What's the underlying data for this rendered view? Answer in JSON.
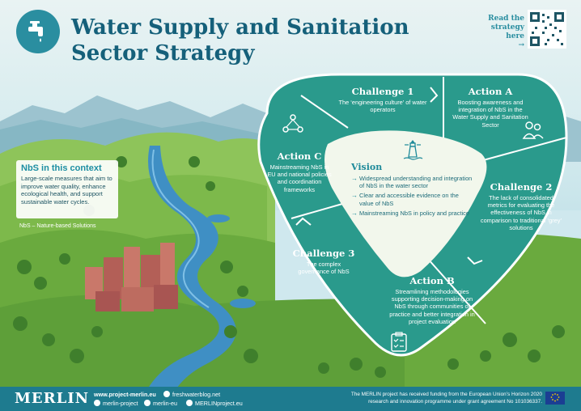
{
  "header": {
    "title_line1": "Water Supply and Sanitation",
    "title_line2": "Sector Strategy",
    "read_line1": "Read the",
    "read_line2": "strategy",
    "read_line3": "here",
    "read_arrow": "→"
  },
  "info": {
    "title": "NbS in this context",
    "text": "Large-scale measures that aim to improve water quality, enhance ecological health, and support sustainable water cycles.",
    "note": "NbS – Nature-based Solutions"
  },
  "challenge1": {
    "title": "Challenge 1",
    "text": "The ‘engineering culture’ of water operators"
  },
  "actionA": {
    "title": "Action A",
    "text": "Boosting awareness and integration of NbS in the Water Supply and Sanitation Sector"
  },
  "actionC": {
    "title": "Action C",
    "text": "Mainstreaming NbS in EU and national policies and coordination frameworks"
  },
  "challenge2": {
    "title": "Challenge 2",
    "text": "The lack of consolidated metrics for evaluating the effectiveness of NbS in comparison to traditional ‘grey’ solutions"
  },
  "challenge3": {
    "title": "Challenge 3",
    "text": "The complex governance of NbS"
  },
  "actionB": {
    "title": "Action B",
    "text": "Streamlining methodologies supporting decision-making on NbS through communities of practice and better integration in project evaluation"
  },
  "vision": {
    "title": "Vision",
    "items": [
      "Widespread understanding and integration of NbS in the water sector",
      "Clear and accessible evidence on the value of NbS",
      "Mainstreaming NbS in policy and practice"
    ]
  },
  "footer": {
    "brand": "MERLIN",
    "web": "www.project-merlin.eu",
    "blog": "freshwaterblog.net",
    "twitter": "merlin-project",
    "linkedin": "merlin-eu",
    "facebook": "MERLINproject.eu",
    "funding_line1": "The MERLIN project has received funding from the European Union’s Horizon 2020",
    "funding_line2": "research and innovation programme under grant agreement No 101036337."
  },
  "colors": {
    "teal_dark": "#1e7b8f",
    "teal_shape": "#2a9a8c",
    "title": "#15607a",
    "vision_bg": "#f2f7ec"
  },
  "icons": [
    "water-tap-icon",
    "qr-code",
    "people-network-icon",
    "people-icon",
    "lighthouse-icon",
    "checklist-icon",
    "eu-flag-icon"
  ]
}
